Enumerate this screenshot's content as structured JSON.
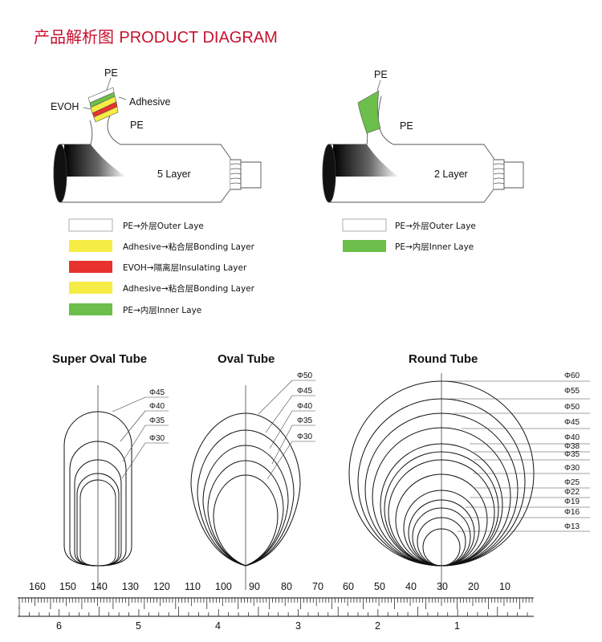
{
  "title": {
    "cn": "产品解析图",
    "en": "PRODUCT DIAGRAM"
  },
  "five_layer": {
    "caption": "5 Layer",
    "labels": {
      "top_pe": "PE",
      "evoh": "EVOH",
      "adhesive": "Adhesive",
      "inner_pe": "PE"
    },
    "legend": [
      {
        "color": "#ffffff",
        "text": "PE→外层Outer Laye"
      },
      {
        "color": "#f5ec45",
        "text": "Adhesive→粘合层Bonding Layer"
      },
      {
        "color": "#e8322e",
        "text": "EVOH→隔离层Insulating Layer"
      },
      {
        "color": "#f5ec45",
        "text": "Adhesive→粘合层Bonding Layer"
      },
      {
        "color": "#6bbf4a",
        "text": "PE→内层Inner Laye"
      }
    ]
  },
  "two_layer": {
    "caption": "2 Layer",
    "labels": {
      "top_pe": "PE",
      "inner_pe": "PE"
    },
    "legend": [
      {
        "color": "#ffffff",
        "text": "PE→外层Outer Laye"
      },
      {
        "color": "#6bbf4a",
        "text": "PE→内层Inner Laye"
      }
    ]
  },
  "super_oval": {
    "title": "Super Oval Tube",
    "sizes": [
      "Φ45",
      "Φ40",
      "Φ35",
      "Φ30"
    ]
  },
  "oval": {
    "title": "Oval Tube",
    "sizes": [
      "Φ50",
      "Φ45",
      "Φ40",
      "Φ35",
      "Φ30"
    ]
  },
  "round": {
    "title": "Round Tube",
    "sizes": [
      "Φ60",
      "Φ55",
      "Φ50",
      "Φ45",
      "Φ40",
      "Φ38",
      "Φ35",
      "Φ30",
      "Φ25",
      "Φ22",
      "Φ19",
      "Φ16",
      "Φ13"
    ]
  },
  "ruler": {
    "mm_labels": [
      "160",
      "150",
      "140",
      "130",
      "120",
      "110",
      "100",
      "90",
      "80",
      "70",
      "60",
      "50",
      "40",
      "30",
      "20",
      "10"
    ],
    "inch_labels": [
      "6",
      "5",
      "4",
      "3",
      "2",
      "1"
    ]
  }
}
